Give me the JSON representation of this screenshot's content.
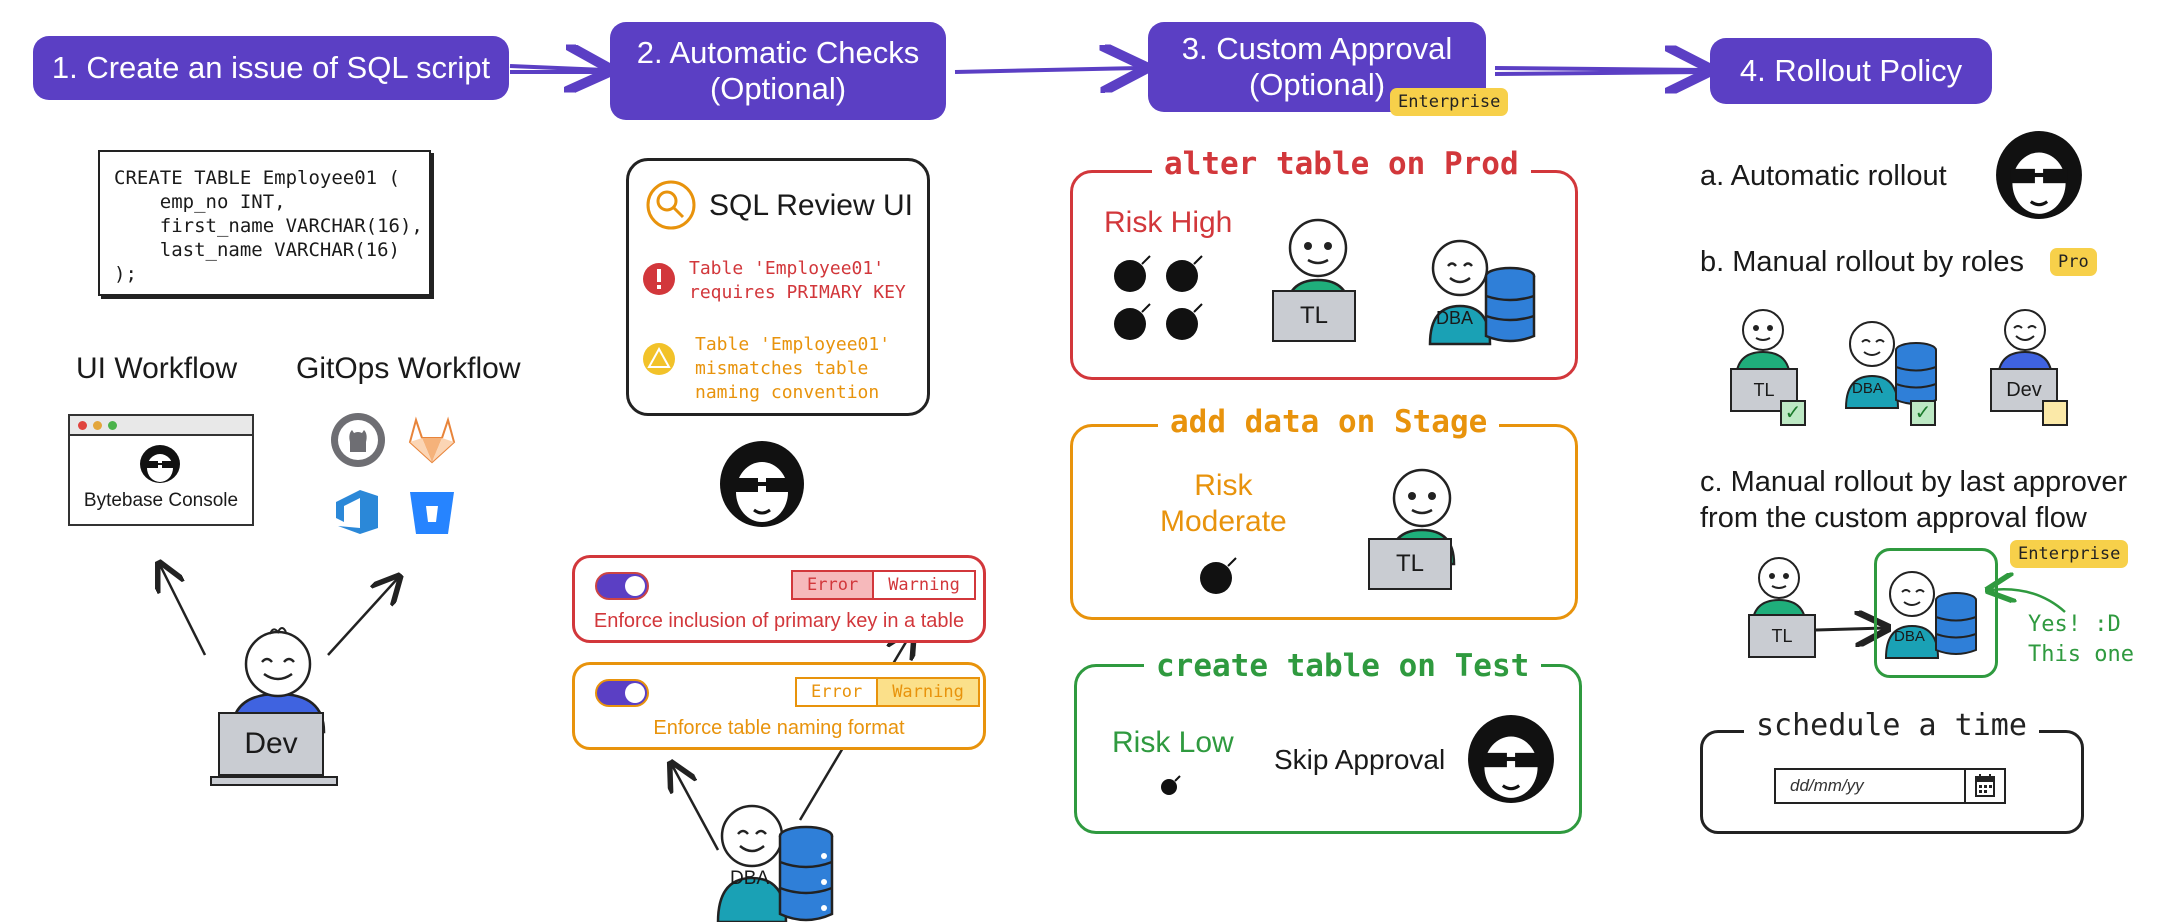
{
  "steps": {
    "s1": "1. Create an issue of SQL script",
    "s2_line1": "2. Automatic Checks",
    "s2_line2": "(Optional)",
    "s3_line1": "3. Custom Approval",
    "s3_line2": "(Optional)",
    "s4": "4. Rollout Policy",
    "enterprise_badge": "Enterprise"
  },
  "sql_script": "CREATE TABLE Employee01 (\n    emp_no INT,\n    first_name VARCHAR(16),\n    last_name VARCHAR(16)\n);",
  "workflows": {
    "ui": "UI Workflow",
    "gitops": "GitOps Workflow",
    "console": "Bytebase Console",
    "dev": "Dev"
  },
  "review": {
    "title": "SQL Review UI",
    "error_msg": "Table 'Employee01'\nrequires PRIMARY KEY",
    "warn_msg": "Table 'Employee01'\nmismatches table\nnaming convention",
    "rule1_label": "Enforce inclusion of primary key in a table",
    "rule2_label": "Enforce table naming format",
    "error_opt": "Error",
    "warning_opt": "Warning",
    "rule1_selected": "Error",
    "rule2_selected": "Warning",
    "dba": "DBA"
  },
  "approval": {
    "prod_head": "alter table on Prod",
    "prod_risk": "Risk High",
    "stage_head": "add data on Stage",
    "stage_risk_line1": "Risk",
    "stage_risk_line2": "Moderate",
    "test_head": "create table on Test",
    "test_risk": "Risk Low",
    "skip": "Skip Approval",
    "tl": "TL",
    "dba": "DBA"
  },
  "rollout": {
    "a": "a. Automatic rollout",
    "b": "b. Manual rollout by roles",
    "pro_badge": "Pro",
    "c_line1": "c. Manual rollout by last approver",
    "c_line2": "from the custom approval flow",
    "enterprise_badge": "Enterprise",
    "yes_line1": "Yes! :D",
    "yes_line2": "This one",
    "schedule": "schedule a time",
    "date_placeholder": "dd/mm/yy",
    "tl": "TL",
    "dba": "DBA",
    "dev": "Dev"
  },
  "colors": {
    "purple": "#5b3fc4",
    "red": "#d2373b",
    "orange": "#e8930c",
    "green": "#2f9a3f",
    "yellow": "#f7d04a"
  }
}
